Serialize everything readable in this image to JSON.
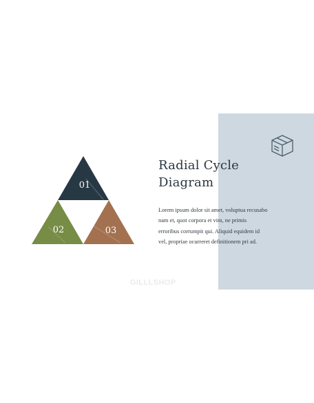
{
  "title": {
    "line1": "Radial Cycle",
    "line2": "Diagram"
  },
  "body": {
    "lines": [
      "Lorem ipsum dolor sit amet, voluptua recusabo",
      "nam et, quot corpora et vim, ne primis",
      "erroribus corrumpit qui. Aliquid equidem id",
      "vel, propriae ocurreret definitionem pri ad."
    ]
  },
  "triangles": [
    {
      "label": "01",
      "color": "#273845"
    },
    {
      "label": "02",
      "color": "#778c45"
    },
    {
      "label": "03",
      "color": "#a3714f"
    }
  ],
  "panel": {
    "color": "#cdd8e0"
  },
  "icon": {
    "name": "box-icon",
    "color": "#4a5d6c"
  },
  "watermark": "GILLLSHOP"
}
